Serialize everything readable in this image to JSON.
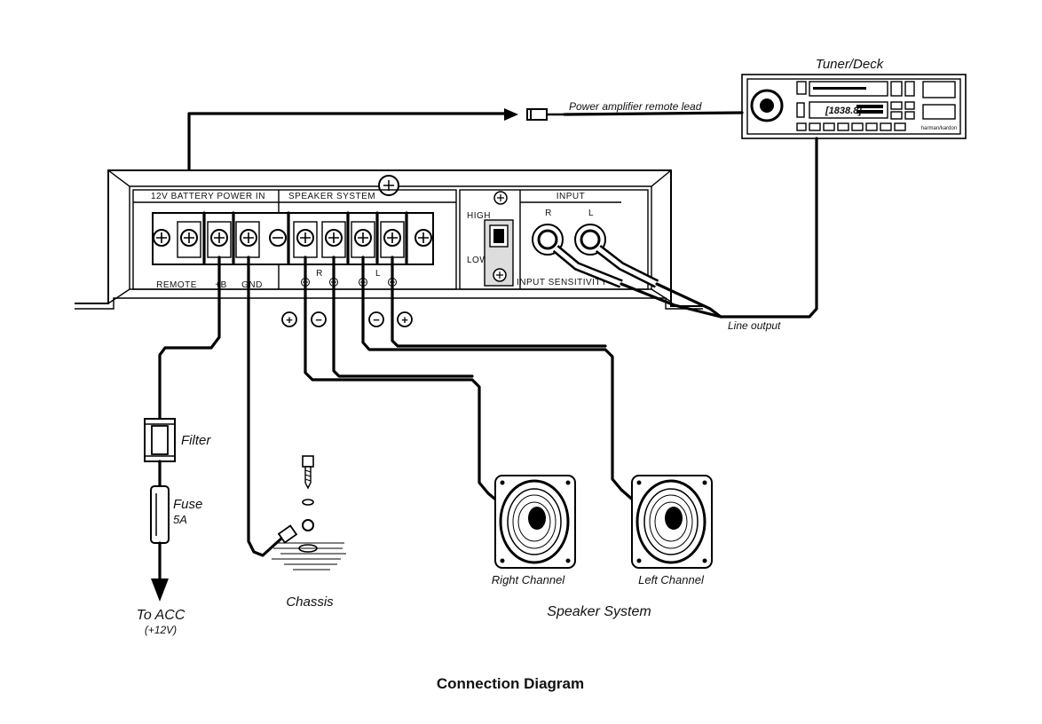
{
  "title": "Connection Diagram",
  "device": {
    "name": "Tuner/Deck",
    "display_text": "[1838.8]",
    "brand": "harman/kardon"
  },
  "amplifier": {
    "sections": {
      "power": "12V BATTERY POWER IN",
      "speaker": "SPEAKER SYSTEM",
      "input": "INPUT"
    },
    "terminals": {
      "remote": "REMOTE",
      "plus_b": "+B",
      "gnd": "GND",
      "speaker_r": "R",
      "speaker_l": "L"
    },
    "input_channels": {
      "r": "R",
      "l": "L"
    },
    "sensitivity": {
      "high": "HIGH",
      "low": "LOW",
      "label": "INPUT SENSITIVITY"
    }
  },
  "labels": {
    "remote_lead": "Power amplifier remote lead",
    "line_output": "Line output",
    "filter": "Filter",
    "fuse": "Fuse",
    "fuse_rating": "5A",
    "acc": "To ACC",
    "acc_voltage": "(+12V)",
    "chassis": "Chassis",
    "right_channel": "Right Channel",
    "left_channel": "Left Channel",
    "speaker_system": "Speaker System"
  },
  "polarity": {
    "plus": "+",
    "minus": "−"
  }
}
